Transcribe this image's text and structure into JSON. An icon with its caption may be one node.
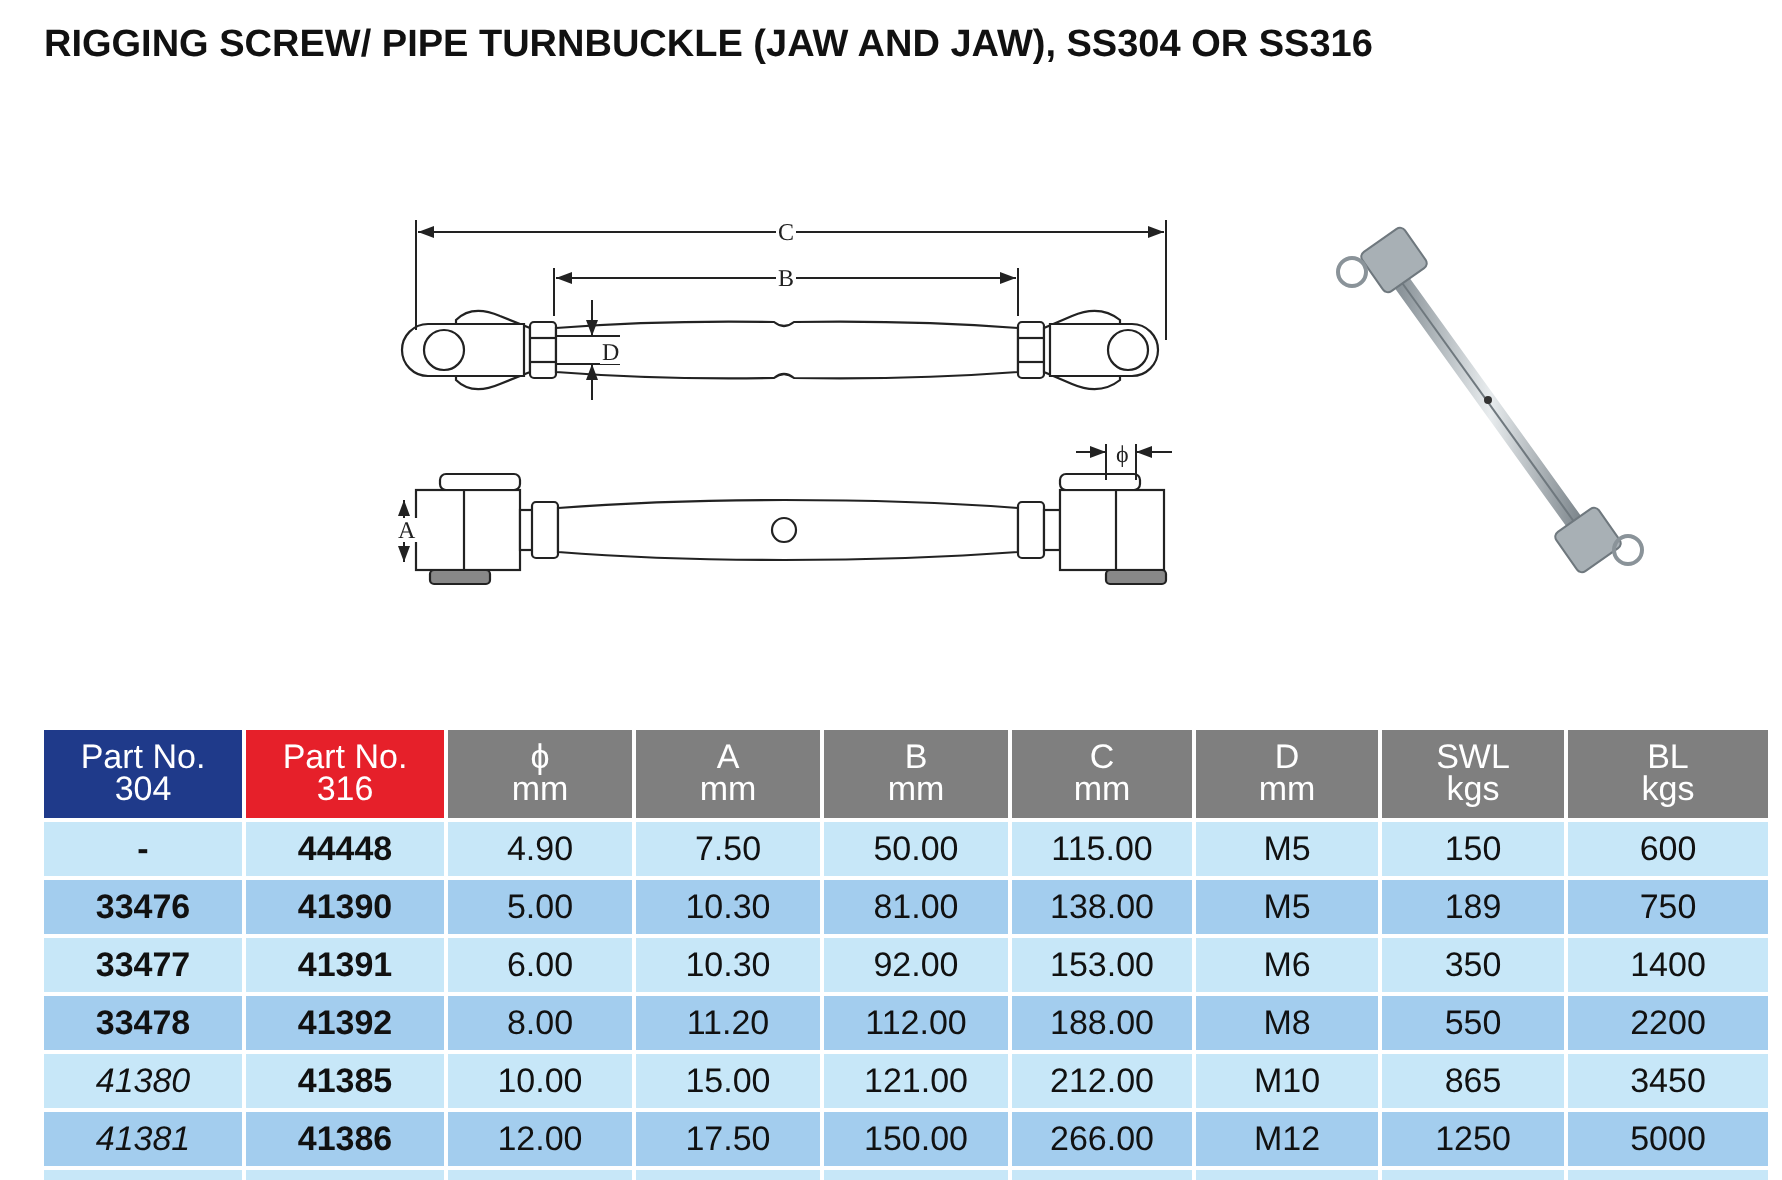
{
  "diagram": {
    "title": "RIGGING SCREW/ PIPE TURNBUCKLE (JAW AND JAW), SS304 OR SS316",
    "labels": [
      "C",
      "B",
      "D",
      "ϕ",
      "A",
      "Part No. 304",
      "Part No. 316",
      "ϕ mm",
      "A mm",
      "B mm",
      "C mm",
      "D mm",
      "SWL kgs",
      "BL kgs",
      "-",
      "44448",
      "4.90",
      "7.50",
      "50.00",
      "115.00",
      "M5",
      "150",
      "600",
      "33476",
      "41390",
      "5.00",
      "10.30",
      "81.00",
      "138.00",
      "M5",
      "189",
      "750",
      "33477",
      "41391",
      "6.00",
      "10.30",
      "92.00",
      "153.00",
      "M6",
      "350",
      "1400",
      "33478",
      "41392",
      "8.00",
      "11.20",
      "112.00",
      "188.00",
      "M8",
      "550",
      "2200",
      "41380",
      "41385",
      "10.00",
      "15.00",
      "121.00",
      "212.00",
      "M10",
      "865",
      "3450",
      "41381",
      "41386",
      "12.00",
      "17.50",
      "150.00",
      "266.00",
      "M12",
      "1250",
      "5000"
    ]
  }
}
